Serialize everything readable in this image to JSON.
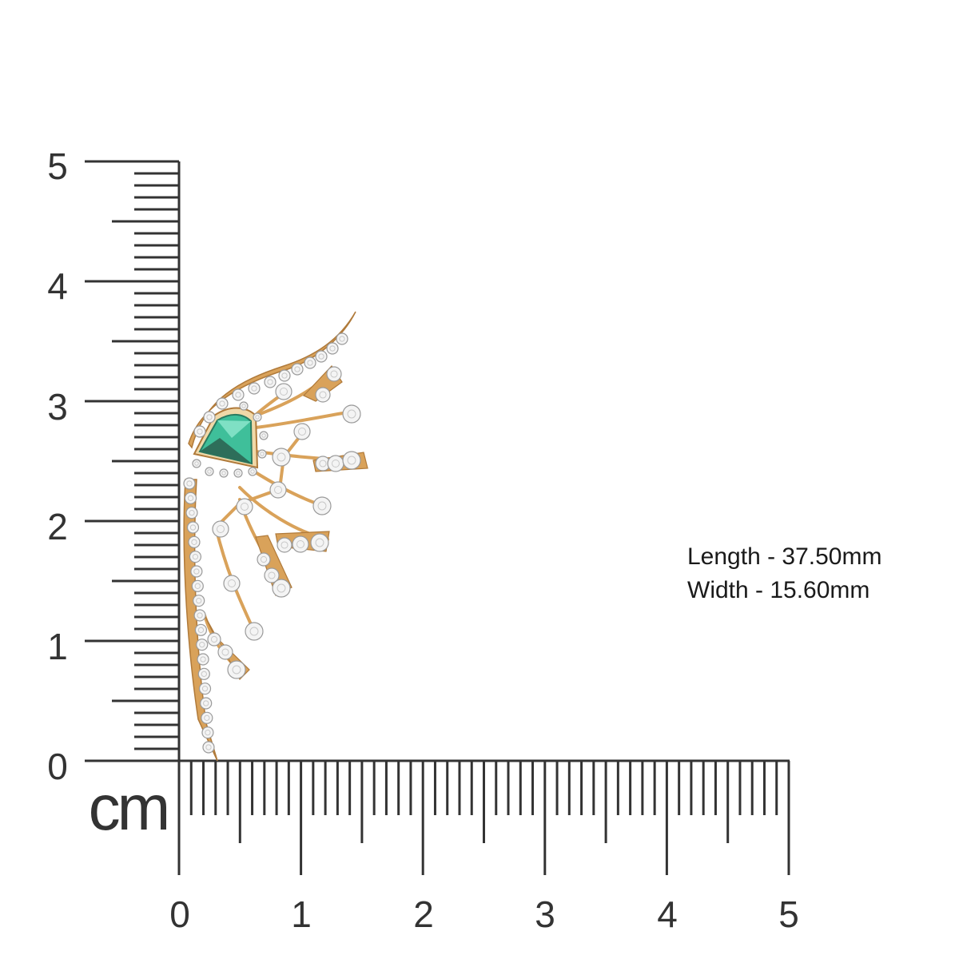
{
  "ruler": {
    "unit": "cm",
    "vertical_labels": [
      "0",
      "1",
      "2",
      "3",
      "4",
      "5"
    ],
    "horizontal_labels": [
      "0",
      "1",
      "2",
      "3",
      "4",
      "5"
    ]
  },
  "specs": {
    "length": "Length - 37.50mm",
    "width": "Width - 15.60mm"
  },
  "product": {
    "description": "gold wing ear climber with diamonds and trillion green gemstone",
    "metal_color": "#d9a25a",
    "gem_color": "#3fbf9a",
    "diamond_color": "#f2f2f2"
  }
}
